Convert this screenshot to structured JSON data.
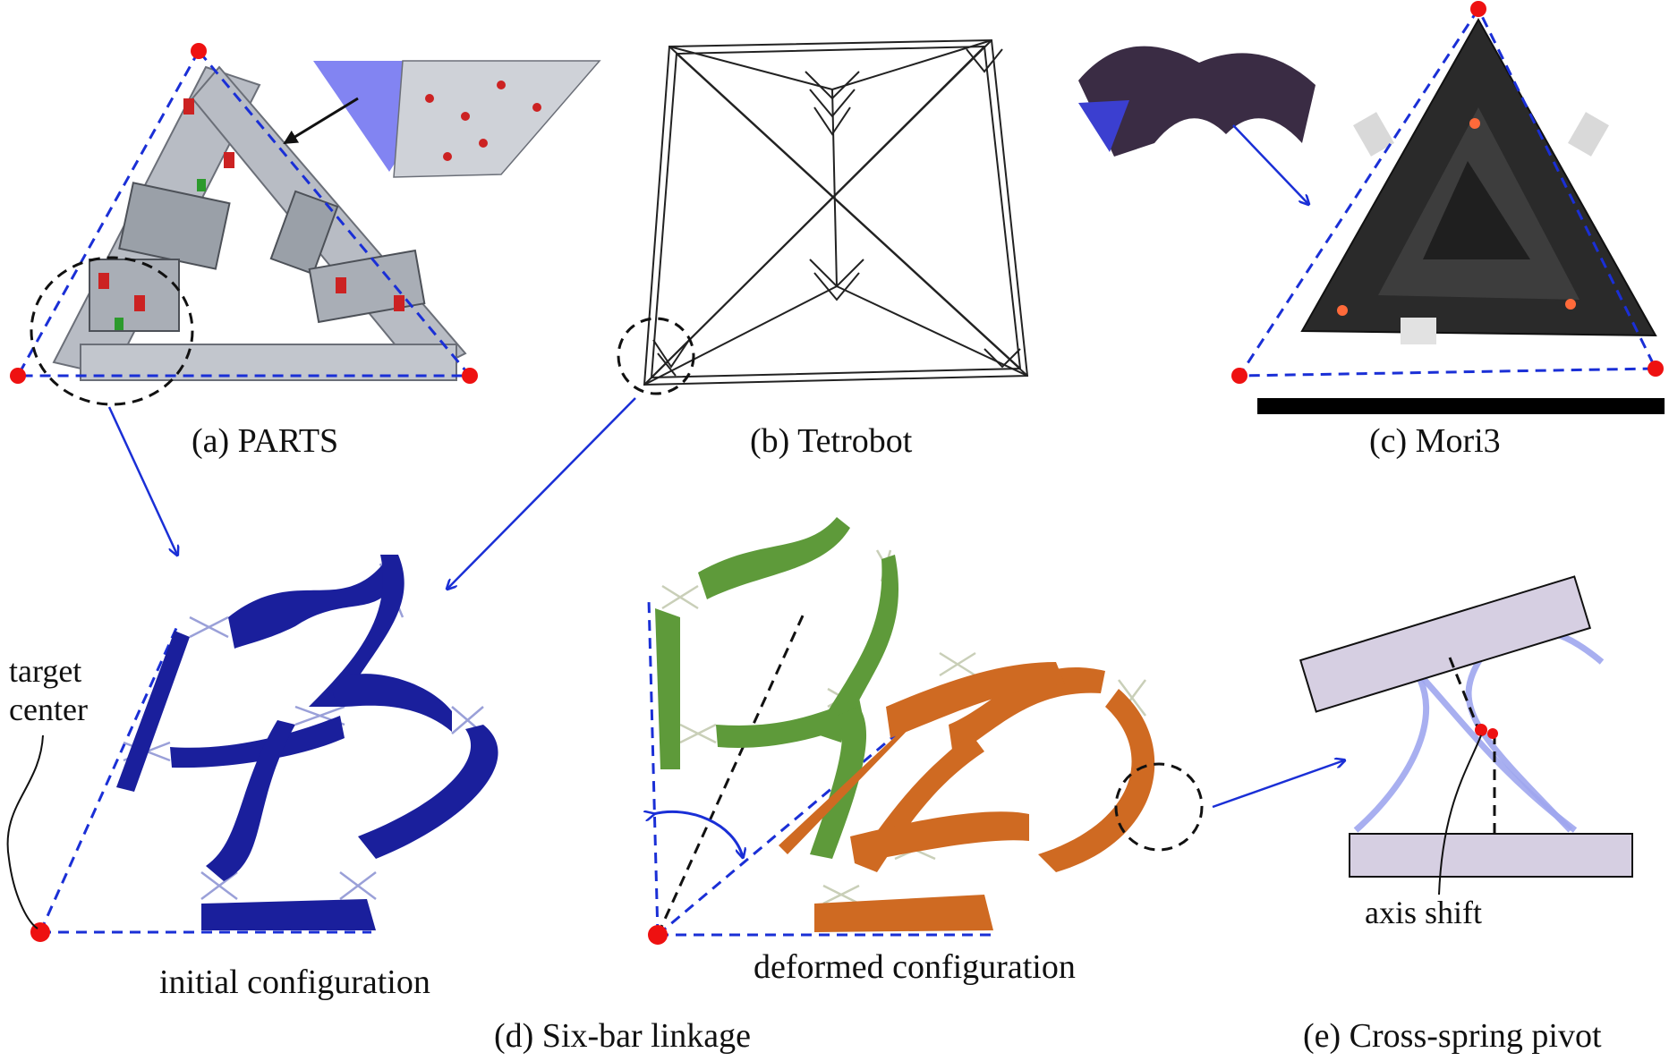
{
  "panels": {
    "a": {
      "caption": "(a) PARTS"
    },
    "b": {
      "caption": "(b) Tetrobot"
    },
    "c": {
      "caption": "(c) Mori3"
    },
    "d": {
      "caption": "(d) Six-bar linkage",
      "initial_label": "initial configuration",
      "deformed_label": "deformed configuration",
      "target_label_line1": "target",
      "target_label_line2": "center"
    },
    "e": {
      "caption": "(e) Cross-spring pivot",
      "axis_label": "axis shift"
    }
  },
  "colors": {
    "dashed_triangle": "#1a2fd6",
    "vertex_dot": "#ee1111",
    "initial_linkage": "#1a1f9c",
    "deformed_green": "#5e9a3a",
    "deformed_orange": "#cf6a22",
    "pivot_bar": "#d6cfe2",
    "pivot_spring": "#9ea6ee"
  }
}
